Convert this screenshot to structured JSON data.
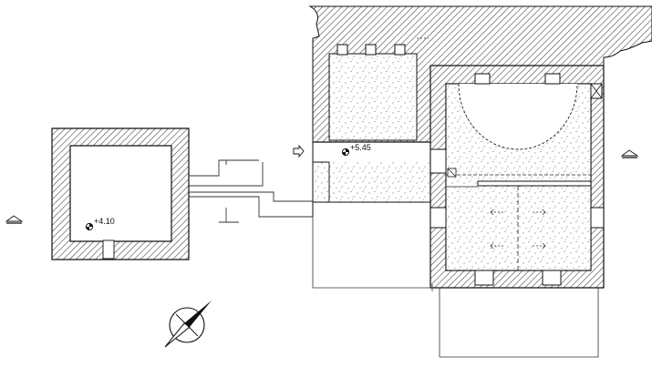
{
  "drawing": {
    "elevation_marks": [
      {
        "id": "tower",
        "label": "+4.10"
      },
      {
        "id": "room",
        "label": "+5.45"
      }
    ],
    "icons": [
      "section-marker-icon",
      "entrance-arrow-icon",
      "north-arrow-icon",
      "elevation-datum-icon"
    ]
  }
}
